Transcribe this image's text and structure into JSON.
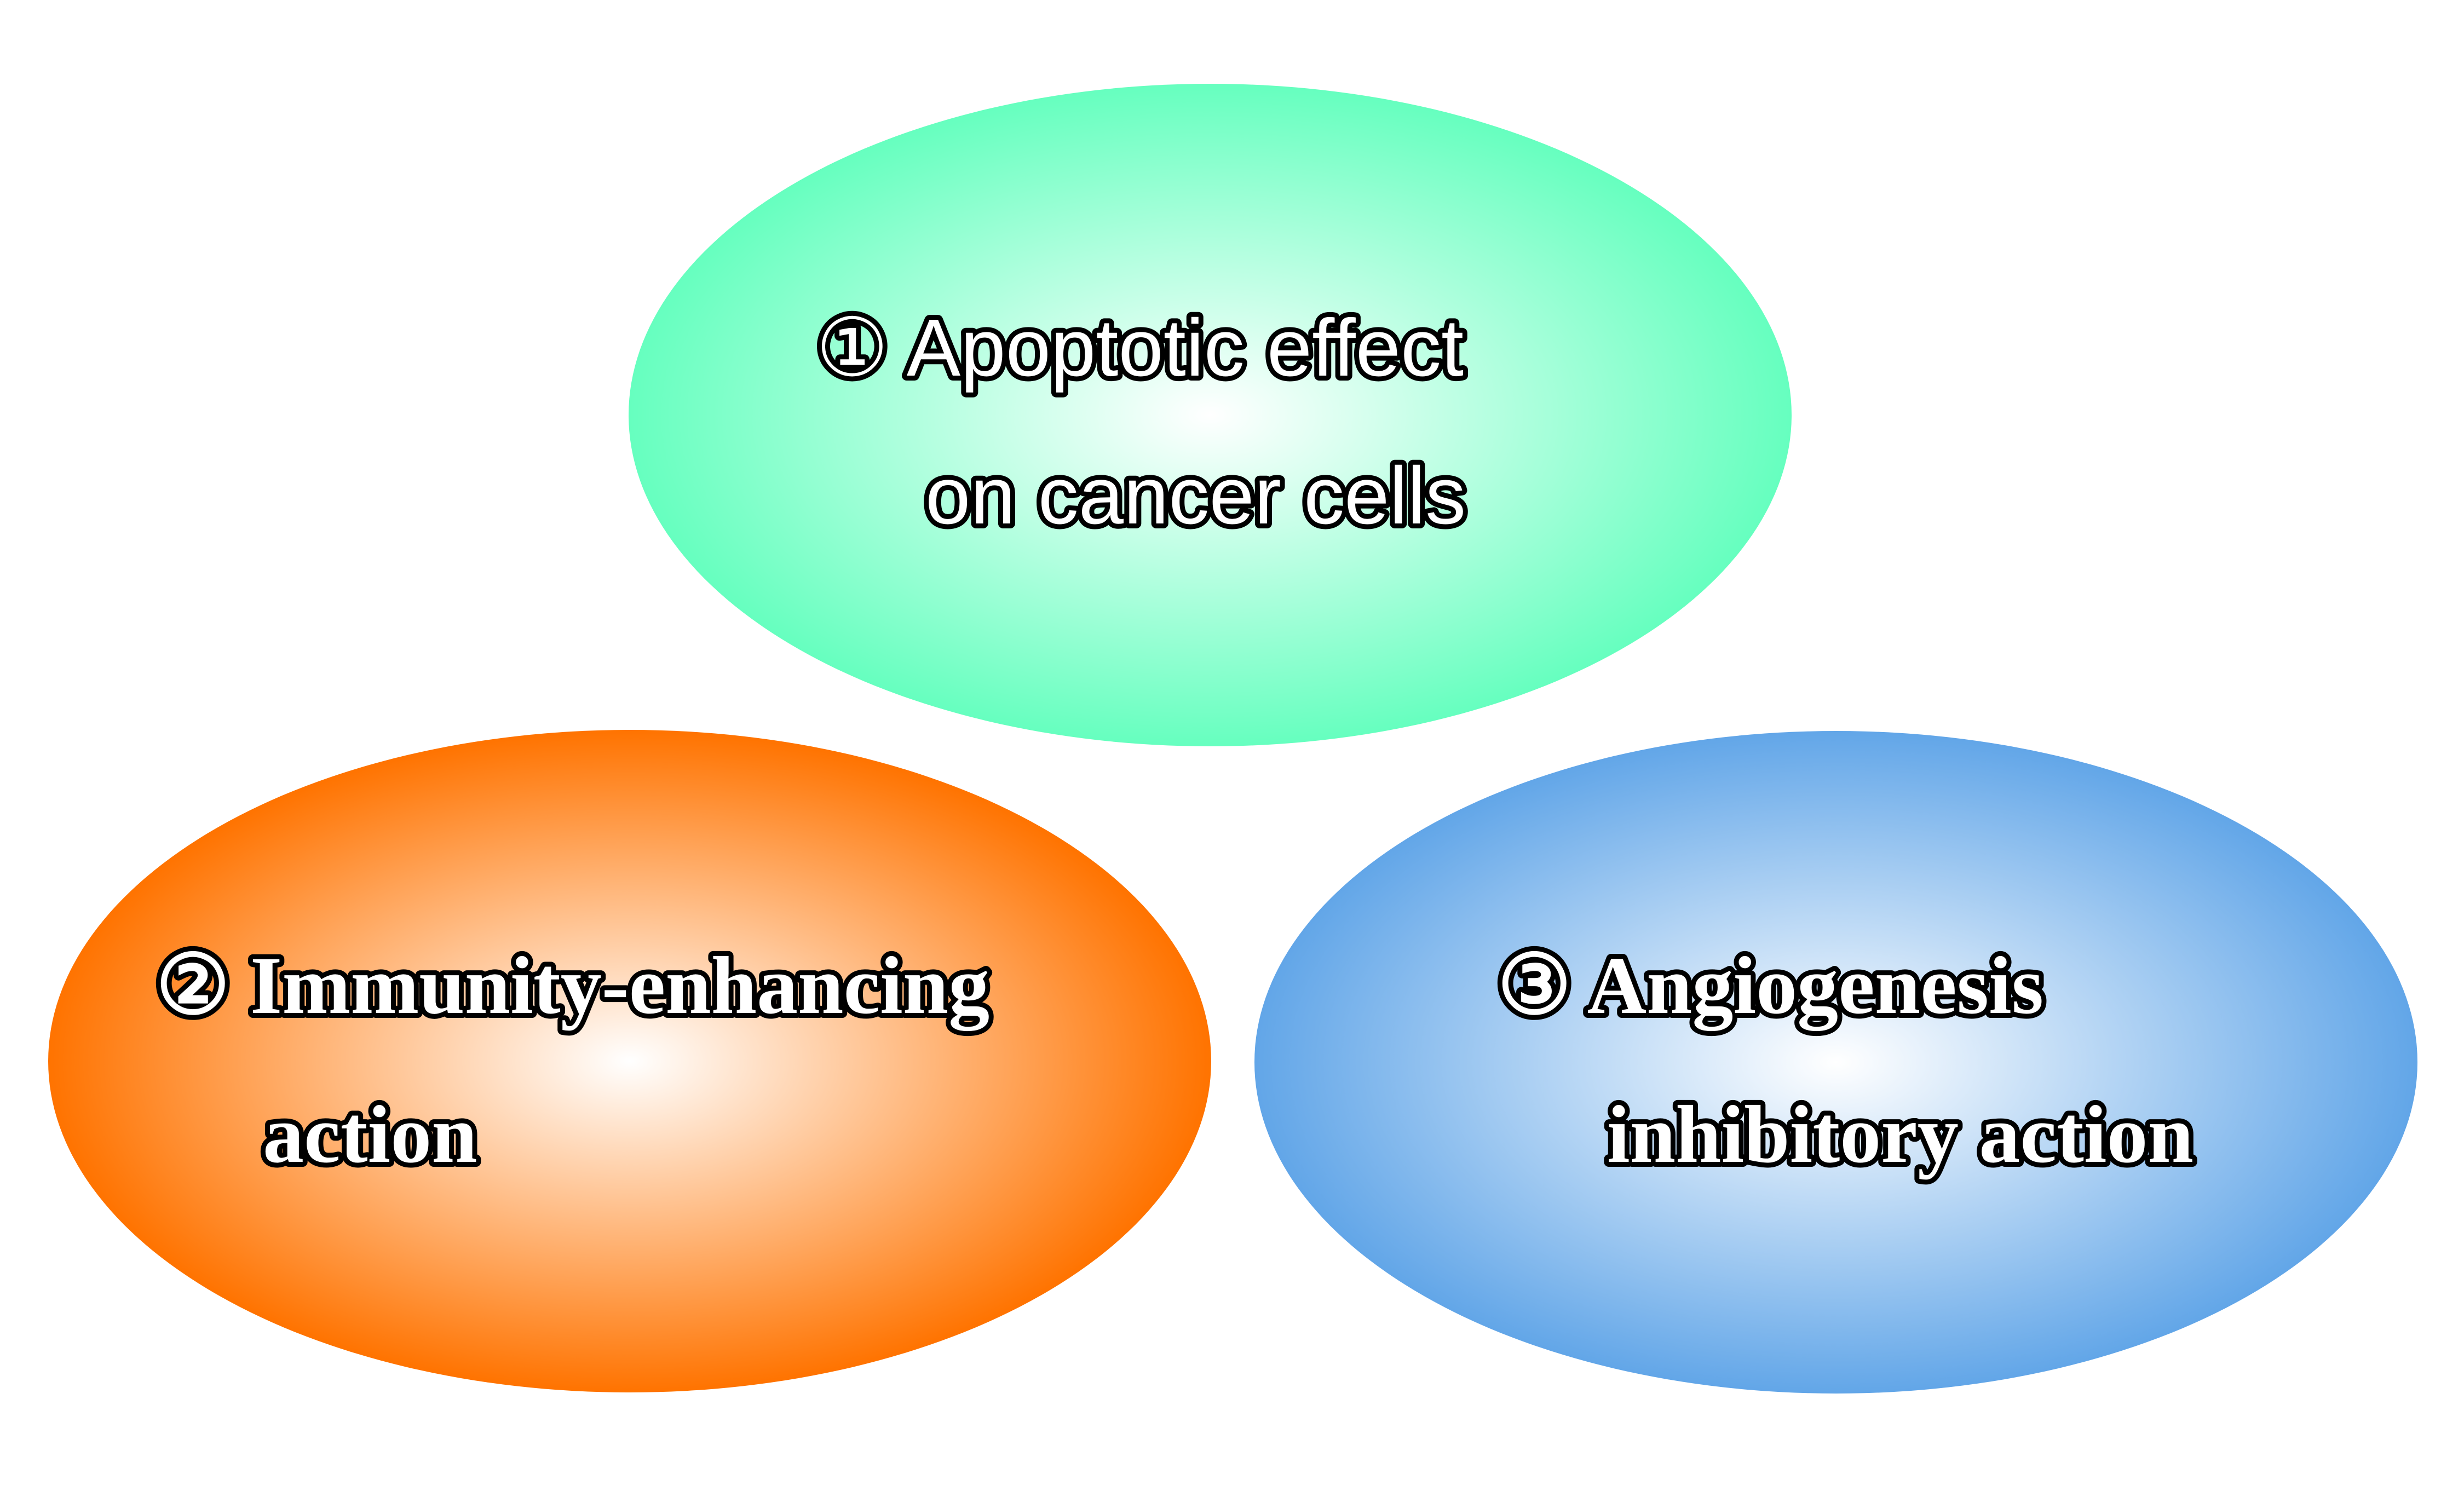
{
  "colors": {
    "background": "#ffffff",
    "ellipse_1_edge": "#66ffbf",
    "ellipse_2_edge": "#ff7300",
    "ellipse_3_edge": "#62a6e8",
    "center": "#ffffff",
    "text_fill": "#ffffff",
    "text_outline": "#000000"
  },
  "items": [
    {
      "line1": "① Apoptotic effect",
      "line2": "on cancer cells"
    },
    {
      "line1": "② Immunity-enhancing",
      "line2": "action"
    },
    {
      "line1": "③ Angiogenesis",
      "line2": "inhibitory action"
    }
  ]
}
